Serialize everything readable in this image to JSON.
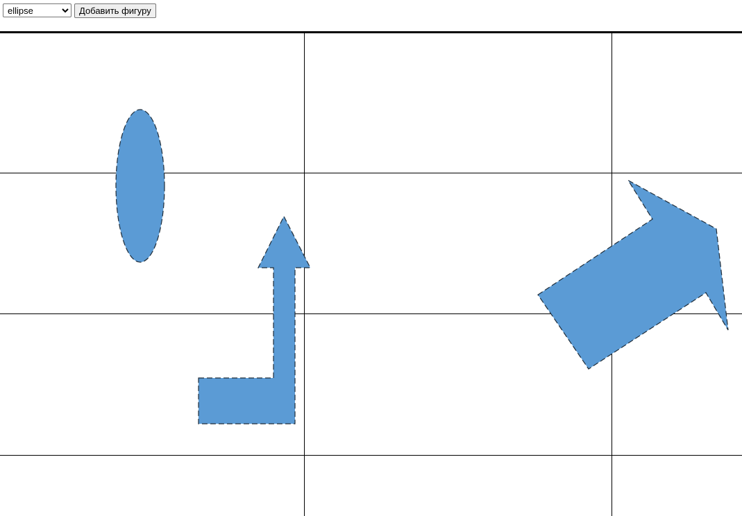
{
  "toolbar": {
    "shape_select": {
      "selected": "ellipse",
      "options": [
        "ellipse"
      ]
    },
    "add_button_label": "Добавить фигуру"
  },
  "canvas": {
    "fill_color": "#5b9bd5",
    "stroke_color": "#1f2d3a",
    "grid_color": "#000000",
    "shapes": [
      {
        "type": "ellipse"
      },
      {
        "type": "bent-arrow"
      },
      {
        "type": "arrow"
      }
    ]
  }
}
